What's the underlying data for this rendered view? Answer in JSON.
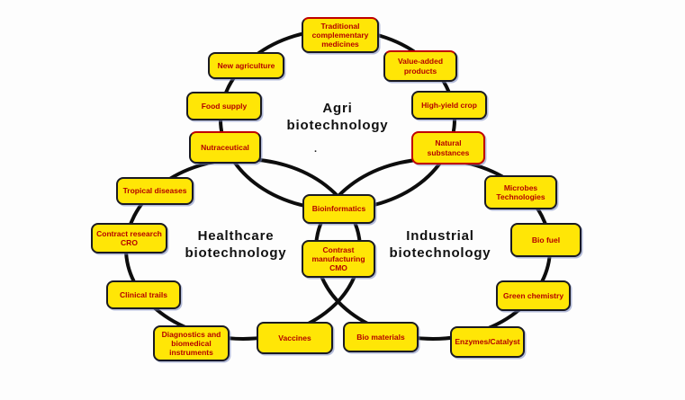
{
  "theme": {
    "background": "#fdfdfd",
    "node_fill": "#ffe606",
    "node_text": "#b40000",
    "node_border": "#1a1a22",
    "node_accent": "#c00000",
    "circle_stroke": "#0d0d0d",
    "label_color": "#111111"
  },
  "diagram": {
    "circles": [
      {
        "id": "agri",
        "line1": "Agri",
        "line2": "biotechnology",
        "dot": "."
      },
      {
        "id": "healthcare",
        "line1": "Healthcare",
        "line2": "biotechnology"
      },
      {
        "id": "industrial",
        "line1": "Industrial",
        "line2": "biotechnology"
      }
    ],
    "nodes": [
      {
        "label": "Traditional complementary medicines",
        "circle": "agri"
      },
      {
        "label": "New agriculture",
        "circle": "agri"
      },
      {
        "label": "Value-added products",
        "circle": "agri"
      },
      {
        "label": "Food supply",
        "circle": "agri"
      },
      {
        "label": "High-yield crop",
        "circle": "agri"
      },
      {
        "label": "Nutraceutical",
        "circle": "agri+healthcare"
      },
      {
        "label": "Natural substances",
        "circle": "agri+industrial"
      },
      {
        "label": "Tropical diseases",
        "circle": "healthcare"
      },
      {
        "label": "Microbes Technologies",
        "circle": "industrial"
      },
      {
        "label": "Contract research CRO",
        "circle": "healthcare"
      },
      {
        "label": "Bio fuel",
        "circle": "industrial"
      },
      {
        "label": "Clinical trails",
        "circle": "healthcare"
      },
      {
        "label": "Green chemistry",
        "circle": "industrial"
      },
      {
        "label": "Diagnostics and biomedical instruments",
        "circle": "healthcare"
      },
      {
        "label": "Vaccines",
        "circle": "healthcare"
      },
      {
        "label": "Bio materials",
        "circle": "industrial"
      },
      {
        "label": "Enzymes/Catalyst",
        "circle": "industrial"
      },
      {
        "label": "Bioinformatics",
        "circle": "all"
      },
      {
        "label": "Contrast manufacturing CMO",
        "circle": "healthcare+industrial"
      }
    ]
  }
}
